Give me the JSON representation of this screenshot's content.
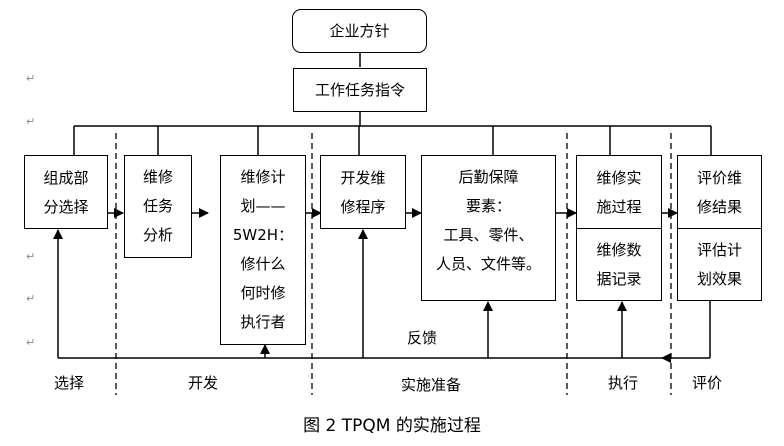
{
  "title_box": "企业方针",
  "instruction_box": "工作任务指令",
  "boxes": [
    {
      "id": "component-selection",
      "text": "组成部\n分选择"
    },
    {
      "id": "task-analysis",
      "text": "维修\n任务\n分析"
    },
    {
      "id": "plan-5w2h",
      "text": "维修计\n划——\n5W2H：\n修什么\n何时修\n执行者"
    },
    {
      "id": "develop-procedure",
      "text": "开发维\n修程序"
    },
    {
      "id": "logistics",
      "text": "后勤保障\n要素：\n工具、零件、\n人员、文件等。"
    },
    {
      "id": "implement-process",
      "text": "维修实\n施过程"
    },
    {
      "id": "data-record",
      "text": "维修数\n据记录"
    },
    {
      "id": "evaluate-result",
      "text": "评价维\n修结果"
    },
    {
      "id": "evaluate-plan",
      "text": "评估计\n划效果"
    }
  ],
  "feedback_label": "反馈",
  "phases": [
    "选择",
    "开发",
    "实施准备",
    "执行",
    "评价"
  ],
  "caption": "图 2 TPQM 的实施过程",
  "return_mark": "↵"
}
